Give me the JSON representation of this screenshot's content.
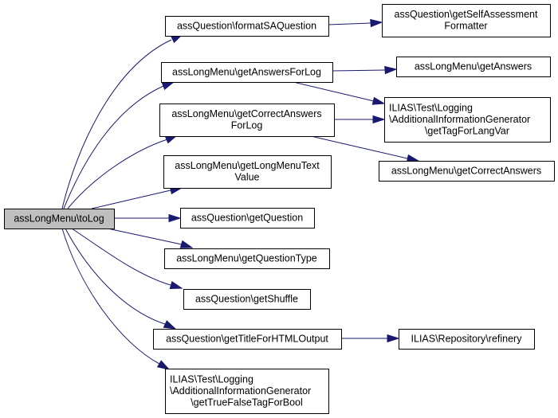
{
  "title": "assLongMenu\\toLog call graph",
  "colors": {
    "edge": "#191970",
    "root_fill": "#bfbfbf",
    "node_fill": "#ffffff",
    "border": "#000000"
  },
  "nodes": [
    {
      "id": "toLog",
      "lines": [
        "assLongMenu\\toLog"
      ],
      "root": true
    },
    {
      "id": "formatSAQuestion",
      "lines": [
        "assQuestion\\formatSAQuestion"
      ]
    },
    {
      "id": "getAnswersForLog",
      "lines": [
        "assLongMenu\\getAnswersForLog"
      ]
    },
    {
      "id": "getCorrectAnswersForLog",
      "lines": [
        "assLongMenu\\getCorrectAnswers",
        "ForLog"
      ]
    },
    {
      "id": "getLongMenuTextValue",
      "lines": [
        "assLongMenu\\getLongMenuText",
        "Value"
      ]
    },
    {
      "id": "getQuestion",
      "lines": [
        "assQuestion\\getQuestion"
      ]
    },
    {
      "id": "getQuestionType",
      "lines": [
        "assLongMenu\\getQuestionType"
      ]
    },
    {
      "id": "getShuffle",
      "lines": [
        "assQuestion\\getShuffle"
      ]
    },
    {
      "id": "getTitleForHTMLOutput",
      "lines": [
        "assQuestion\\getTitleForHTMLOutput"
      ]
    },
    {
      "id": "getTrueFalseTagForBool",
      "lines": [
        "ILIAS\\Test\\Logging",
        "\\AdditionalInformationGenerator",
        "\\getTrueFalseTagForBool"
      ]
    },
    {
      "id": "getSelfAssessmentFormatter",
      "lines": [
        "assQuestion\\getSelfAssessment",
        "Formatter"
      ]
    },
    {
      "id": "getAnswers",
      "lines": [
        "assLongMenu\\getAnswers"
      ]
    },
    {
      "id": "getTagForLangVar",
      "lines": [
        "ILIAS\\Test\\Logging",
        "\\AdditionalInformationGenerator",
        "\\getTagForLangVar"
      ]
    },
    {
      "id": "getCorrectAnswers",
      "lines": [
        "assLongMenu\\getCorrectAnswers"
      ]
    },
    {
      "id": "refinery",
      "lines": [
        "ILIAS\\Repository\\refinery"
      ]
    }
  ],
  "edges": [
    {
      "from": "toLog",
      "to": "formatSAQuestion"
    },
    {
      "from": "toLog",
      "to": "getAnswersForLog"
    },
    {
      "from": "toLog",
      "to": "getCorrectAnswersForLog"
    },
    {
      "from": "toLog",
      "to": "getLongMenuTextValue"
    },
    {
      "from": "toLog",
      "to": "getQuestion"
    },
    {
      "from": "toLog",
      "to": "getQuestionType"
    },
    {
      "from": "toLog",
      "to": "getShuffle"
    },
    {
      "from": "toLog",
      "to": "getTitleForHTMLOutput"
    },
    {
      "from": "toLog",
      "to": "getTrueFalseTagForBool"
    },
    {
      "from": "formatSAQuestion",
      "to": "getSelfAssessmentFormatter"
    },
    {
      "from": "getAnswersForLog",
      "to": "getAnswers"
    },
    {
      "from": "getAnswersForLog",
      "to": "getTagForLangVar"
    },
    {
      "from": "getCorrectAnswersForLog",
      "to": "getTagForLangVar"
    },
    {
      "from": "getCorrectAnswersForLog",
      "to": "getCorrectAnswers"
    },
    {
      "from": "getTitleForHTMLOutput",
      "to": "refinery"
    }
  ]
}
